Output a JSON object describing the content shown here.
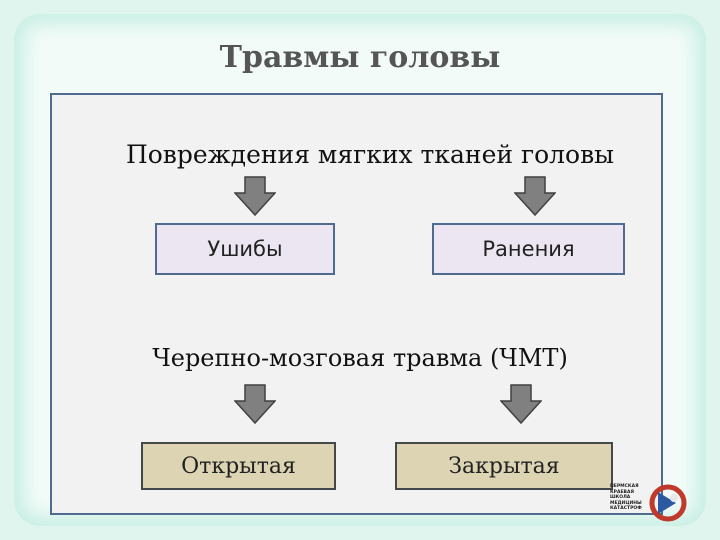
{
  "slide": {
    "title": "Травмы головы"
  },
  "diagram": {
    "section1": {
      "heading": "Повреждения мягких тканей головы",
      "boxes": [
        "Ушибы",
        "Ранения"
      ]
    },
    "section2": {
      "heading": "Черепно-мозговая травма (ЧМТ)",
      "boxes": [
        "Открытая",
        "Закрытая"
      ]
    },
    "colors": {
      "arrow_fill": "#808080",
      "arrow_stroke": "#404040",
      "box1_fill": "#ece6f2",
      "box2_fill": "#dcd4b2",
      "panel_border": "#4f6b8f",
      "background": "#dff5ee"
    }
  },
  "logo": {
    "icon": "school-logo-icon",
    "text_lines": [
      "ПЕРМСКАЯ",
      "КРАЕВАЯ",
      "ШКОЛА",
      "МЕДИЦИНЫ",
      "КАТАСТРОФ"
    ]
  }
}
